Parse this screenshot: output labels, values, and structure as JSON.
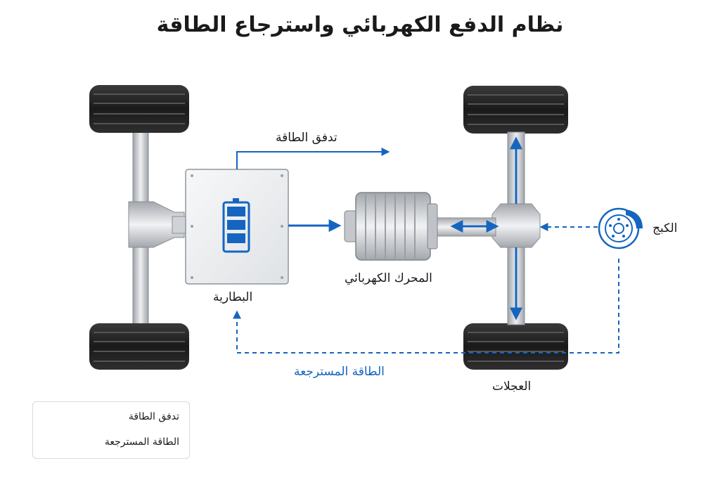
{
  "title": "نظام الدفع الكهربائي واسترجاع الطاقة",
  "labels": {
    "energy_flow": "تدفق الطاقة",
    "battery": "البطارية",
    "motor": "المحرك الكهربائي",
    "brake": "الكبج",
    "wheels": "العجلات",
    "regenerated": "الطاقة المسترجعة"
  },
  "legend": {
    "solid": "تدفق الطاقة",
    "dashed": "الطاقة المسترجعة"
  },
  "colors": {
    "accent": "#1565c0",
    "tire": "#1c1c1c",
    "metal": "#c7cace"
  }
}
